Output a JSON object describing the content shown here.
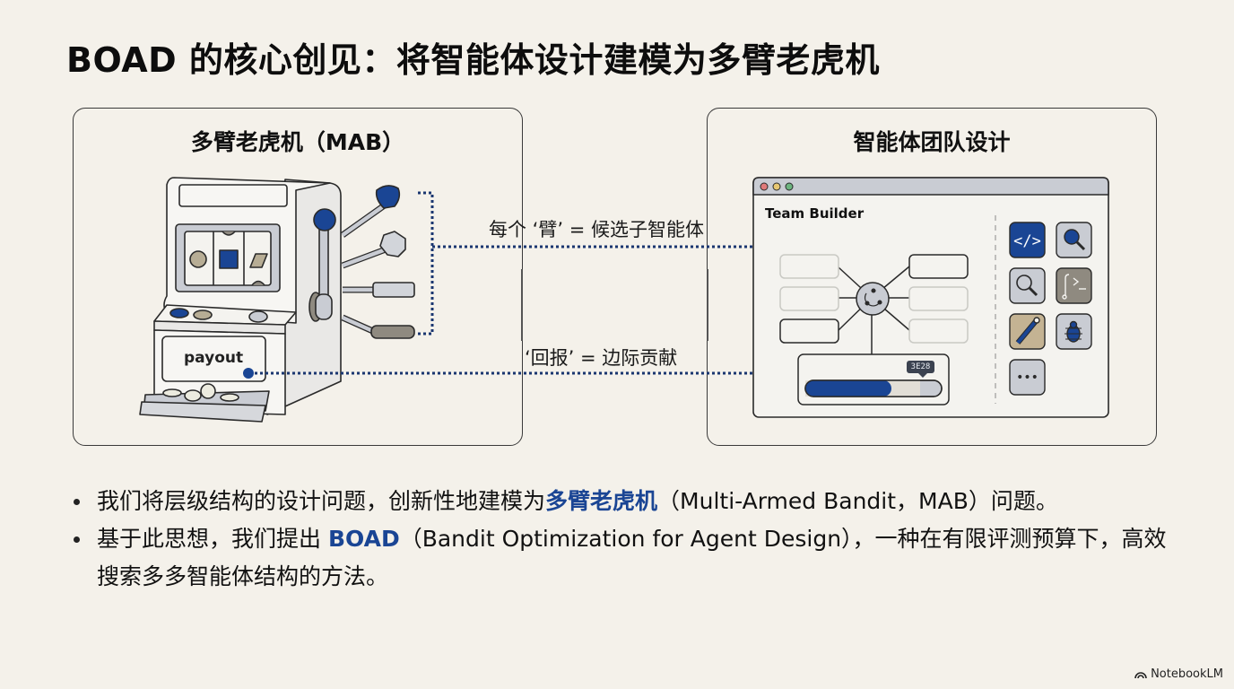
{
  "title": "BOAD 的核心创见：将智能体设计建模为多臂老虎机",
  "left_panel": {
    "title": "多臂老虎机（MAB）",
    "payout_label": "payout",
    "arm_count": 4
  },
  "right_panel": {
    "title": "智能体团队设计",
    "window_title": "Team Builder",
    "window_buttons": [
      "close",
      "minimize",
      "maximize"
    ],
    "score_badge": "3E28",
    "progress_fraction": 0.63,
    "tools": [
      {
        "icon": "code-icon",
        "color": "#1a4594"
      },
      {
        "icon": "search-filled-icon",
        "color": "#c9ccd3"
      },
      {
        "icon": "magnifier-icon",
        "color": "#c9ccd3"
      },
      {
        "icon": "terminal-icon",
        "color": "#8f8a80"
      },
      {
        "icon": "pencil-icon",
        "color": "#c4b393"
      },
      {
        "icon": "bug-icon",
        "color": "#c9ccd3"
      },
      {
        "icon": "more-icon",
        "color": "#c9ccd3"
      }
    ]
  },
  "connectors": {
    "arm_label": "每个 ‘臂’ = 候选子智能体",
    "reward_label": "‘回报’ = 边际贡献"
  },
  "bullets": [
    {
      "before": "我们将层级结构的设计问题，创新性地建模为",
      "highlight": "多臂老虎机",
      "after": "（Multi-Armed Bandit，MAB）问题。"
    },
    {
      "before": "基于此思想，我们提出 ",
      "highlight": "BOAD",
      "after": "（Bandit Optimization for Agent Design），一种在有限评测预算下，高效搜索多多智能体结构的方法。"
    }
  ],
  "brand": "NotebookLM",
  "colors": {
    "accent": "#1a4594",
    "background": "#f4f1ea"
  }
}
